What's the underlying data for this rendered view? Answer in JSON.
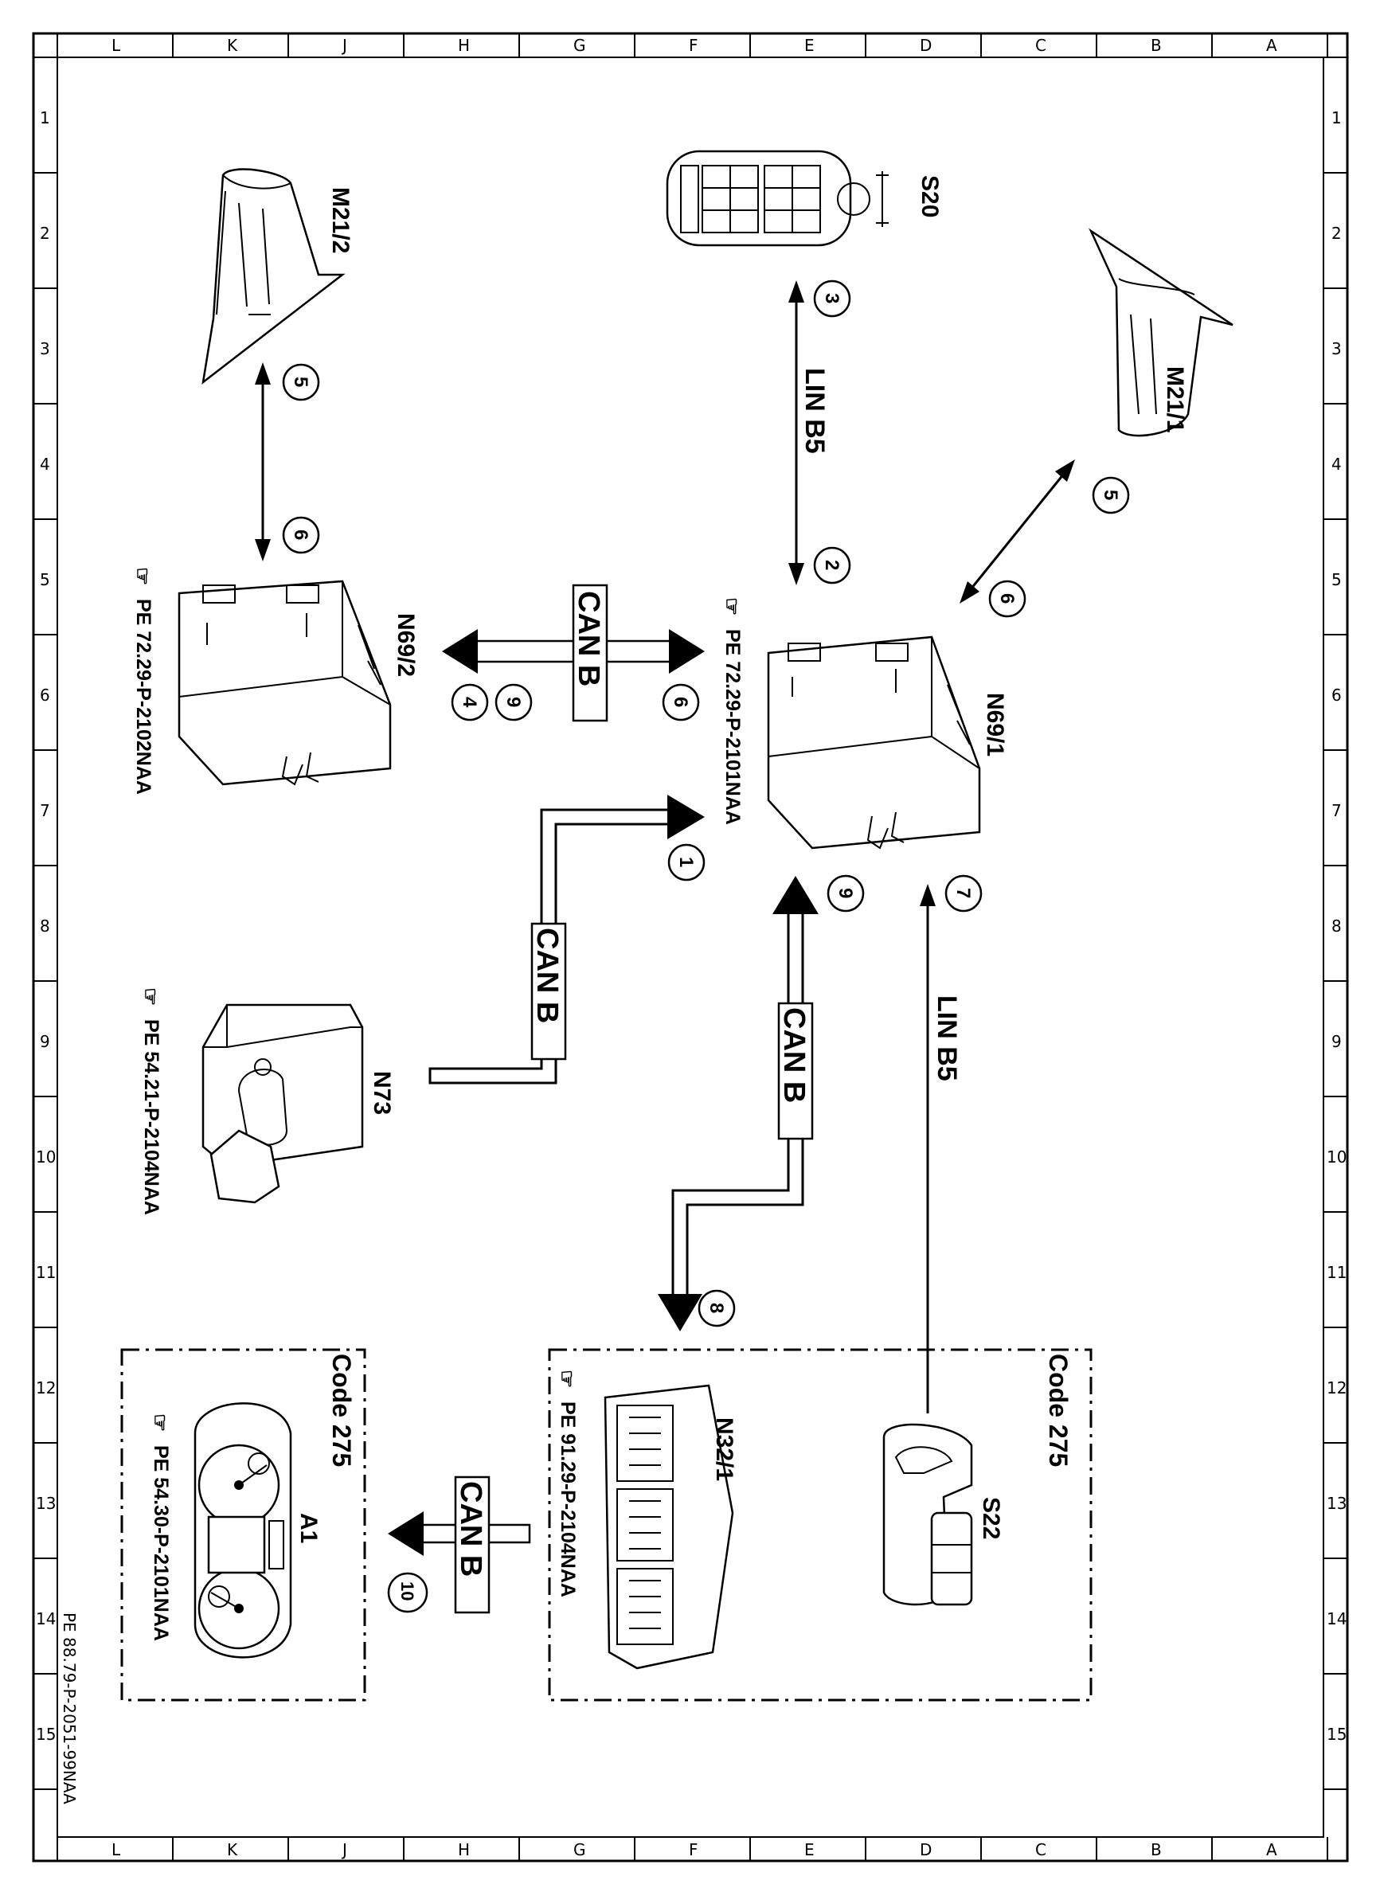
{
  "grid": {
    "letters": [
      "L",
      "K",
      "J",
      "H",
      "G",
      "F",
      "E",
      "D",
      "C",
      "B",
      "A"
    ],
    "numbers": [
      "1",
      "2",
      "3",
      "4",
      "5",
      "6",
      "7",
      "8",
      "9",
      "10",
      "11",
      "12",
      "13",
      "14",
      "15"
    ]
  },
  "components": {
    "m21_2": "M21/2",
    "s20": "S20",
    "m21_1": "M21/1",
    "n69_2": "N69/2",
    "n69_1": "N69/1",
    "n73": "N73",
    "n32_1": "N32/1",
    "s22": "S22",
    "a1": "A1"
  },
  "refs": {
    "n69_2": "PE 72.29-P-2102NAA",
    "n69_1": "PE 72.29-P-2101NAA",
    "n73": "PE 54.21-P-2104NAA",
    "n32_1": "PE 91.29-P-2104NAA",
    "a1": "PE 54.30-P-2101NAA"
  },
  "bus": {
    "can_b": "CAN B",
    "lin_b5": "LIN B5"
  },
  "codes": {
    "box1": "Code 275",
    "box2": "Code 275"
  },
  "steps": [
    "1",
    "2",
    "3",
    "4",
    "5",
    "6",
    "7",
    "8",
    "9",
    "10"
  ],
  "doc_id": "PE 88.79-P-2051-99NAA",
  "icons": {
    "reference": "pointing-hand-icon"
  }
}
